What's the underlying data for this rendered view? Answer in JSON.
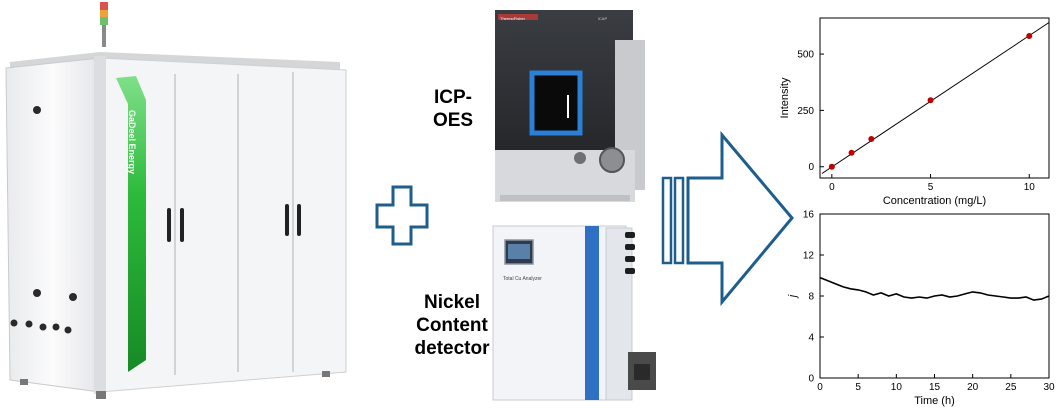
{
  "brand": {
    "logo_text": "GaDeel Energy",
    "accent_color": "#2dba3c"
  },
  "labels": {
    "icp": "ICP-OES",
    "nickel_line1": "Nickel",
    "nickel_line2": "Content",
    "nickel_line3": "detector"
  },
  "instruments": {
    "icp_logo": "ThermoFisher",
    "icp_model": "iCAP",
    "analyzer_label": "Total Cu Analyzer"
  },
  "colors": {
    "plus_outline": "#1e5e8c",
    "arrow_outline": "#1e5e8c",
    "calibration_point": "#c00000",
    "line": "#000000"
  },
  "chart_data": [
    {
      "type": "scatter",
      "xlabel": "Concentration (mg/L)",
      "ylabel": "Intensity",
      "xlim": [
        -0.6,
        11
      ],
      "ylim": [
        -50,
        660
      ],
      "xticks": [
        0,
        5,
        10
      ],
      "yticks": [
        0,
        250,
        500
      ],
      "x": [
        0,
        1,
        2,
        5,
        10
      ],
      "y": [
        0,
        62,
        123,
        295,
        580
      ],
      "fit_line": {
        "x": [
          -0.5,
          11
        ],
        "y": [
          -30,
          640
        ]
      },
      "grid": false
    },
    {
      "type": "line",
      "xlabel": "Time (h)",
      "ylabel": "j",
      "xlim": [
        0,
        30
      ],
      "ylim": [
        0,
        16
      ],
      "xticks": [
        0,
        5,
        10,
        15,
        20,
        25,
        30
      ],
      "yticks": [
        0,
        4,
        8,
        12,
        16
      ],
      "x": [
        0,
        1,
        2,
        3,
        4,
        5,
        6,
        7,
        8,
        9,
        10,
        11,
        12,
        13,
        14,
        15,
        16,
        17,
        18,
        19,
        20,
        21,
        22,
        23,
        24,
        25,
        26,
        27,
        28,
        29,
        30
      ],
      "y": [
        9.8,
        9.5,
        9.2,
        8.9,
        8.7,
        8.6,
        8.4,
        8.1,
        8.3,
        8.0,
        8.2,
        7.9,
        7.8,
        7.9,
        7.8,
        8.0,
        8.1,
        7.9,
        8.0,
        8.2,
        8.4,
        8.3,
        8.1,
        8.0,
        7.9,
        7.8,
        7.8,
        7.9,
        7.6,
        7.7,
        8.0
      ],
      "grid": false
    }
  ]
}
